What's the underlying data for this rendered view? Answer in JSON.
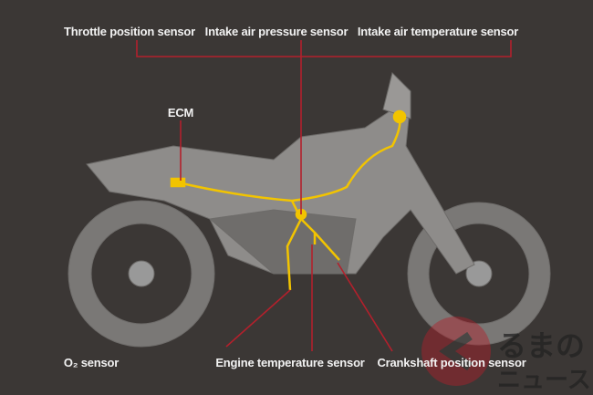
{
  "top_labels": [
    "Throttle position sensor",
    "Intake air pressure sensor",
    "Intake air temperature sensor"
  ],
  "ecm_label": "ECM",
  "bottom_labels": [
    "O₂ sensor",
    "Engine temperature sensor",
    "Crankshaft position sensor"
  ],
  "watermark": "くるまのニュース",
  "colors": {
    "background": "#3b3735",
    "leader_line": "#b3202c",
    "harness": "#f2c400",
    "bike": "#8a8886"
  }
}
